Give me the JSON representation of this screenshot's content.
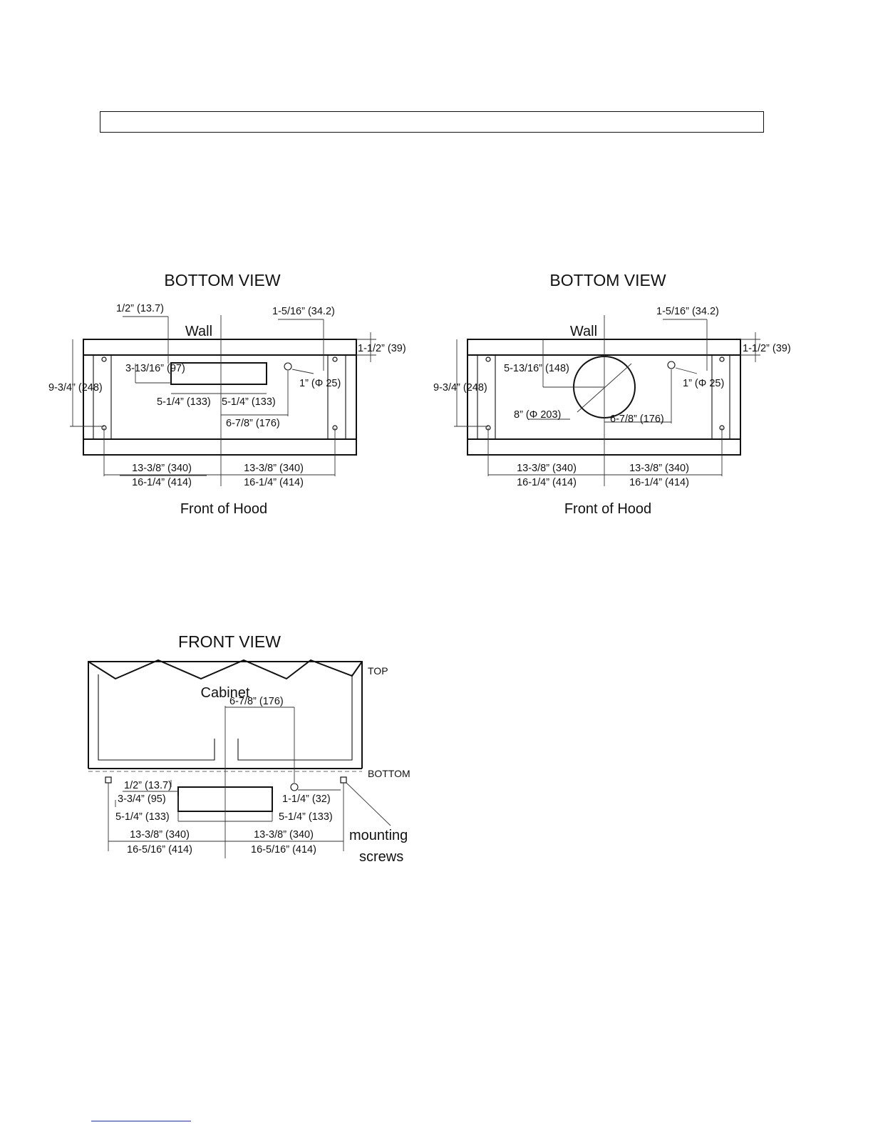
{
  "bottom_view_left": {
    "title": "BOTTOM VIEW",
    "wall": "Wall",
    "front": "Front of Hood",
    "dims": {
      "d_half": "1/2” (13.7)",
      "d_1_5_16": "1-5/16” (34.2)",
      "d_1_1_2": "1-1/2” (39)",
      "d_3_13_16": "3-13/16” (97)",
      "d_9_3_4": "9-3/4” (248)",
      "d_1in": "1” (Φ 25)",
      "d_5_1_4_a": "5-1/4” (133)",
      "d_5_1_4_b": "5-1/4” (133)",
      "d_6_7_8": "6-7/8” (176)",
      "d_13_3_8_a": "13-3/8” (340)",
      "d_13_3_8_b": "13-3/8” (340)",
      "d_16_1_4_a": "16-1/4” (414)",
      "d_16_1_4_b": "16-1/4” (414)"
    }
  },
  "bottom_view_right": {
    "title": "BOTTOM VIEW",
    "wall": "Wall",
    "front": "Front of Hood",
    "dims": {
      "d_1_5_16": "1-5/16” (34.2)",
      "d_1_1_2": "1-1/2” (39)",
      "d_5_13_16": "5-13/16” (148)",
      "d_9_3_4": "9-3/4” (248)",
      "d_1in": "1” (Φ 25)",
      "d_8in": "8” (Φ 203)",
      "d_6_7_8": "6-7/8” (176)",
      "d_13_3_8_a": "13-3/8” (340)",
      "d_13_3_8_b": "13-3/8” (340)",
      "d_16_1_4_a": "16-1/4” (414)",
      "d_16_1_4_b": "16-1/4” (414)"
    }
  },
  "front_view": {
    "title": "FRONT VIEW",
    "cabinet": "Cabinet",
    "top": "TOP",
    "bottom": "BOTTOM",
    "mounting_1": "mounting",
    "mounting_2": "screws",
    "dims": {
      "d_6_7_8": "6-7/8” (176)",
      "d_half": "1/2” (13.7)",
      "d_3_3_4": "3-3/4” (95)",
      "d_1_1_4": "1-1/4” (32)",
      "d_5_1_4_a": "5-1/4” (133)",
      "d_5_1_4_b": "5-1/4” (133)",
      "d_13_3_8_a": "13-3/8” (340)",
      "d_13_3_8_b": "13-3/8” (340)",
      "d_16_5_16_a": "16-5/16” (414)",
      "d_16_5_16_b": "16-5/16” (414)"
    }
  }
}
